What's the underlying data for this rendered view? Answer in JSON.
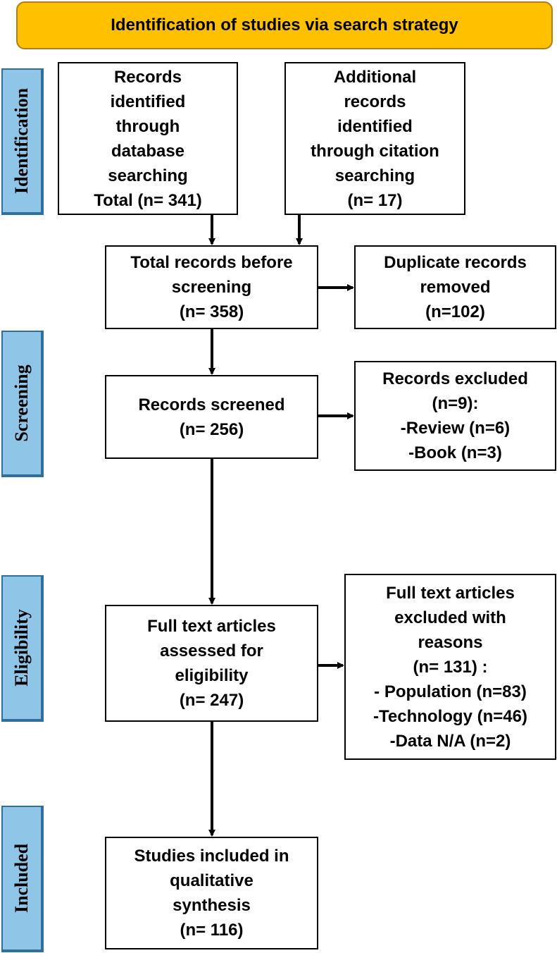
{
  "header": {
    "title": "Identification of studies via search strategy"
  },
  "stages": {
    "identification": "Identification",
    "screening": "Screening",
    "eligibility": "Eligibility",
    "included": "Included"
  },
  "boxes": {
    "database_records": [
      "Records",
      "identified",
      "through",
      "database",
      "searching",
      "Total (n= 341)"
    ],
    "citation_records": [
      "Additional",
      "records",
      "identified",
      "through citation",
      "searching",
      "(n= 17)"
    ],
    "total_before_screening": [
      "Total records before",
      "screening",
      "(n= 358)"
    ],
    "duplicates_removed": [
      "Duplicate records",
      "removed",
      "(n=102)"
    ],
    "records_screened": [
      "Records screened",
      "(n= 256)"
    ],
    "records_excluded": [
      "Records excluded",
      "(n=9):",
      "-Review (n=6)",
      "-Book (n=3)"
    ],
    "full_text_assessed": [
      "Full text articles",
      "assessed for",
      "eligibility",
      "(n= 247)"
    ],
    "full_text_excluded": [
      "Full text articles",
      "excluded with",
      "reasons",
      "(n= 131) :",
      "- Population (n=83)",
      "-Technology (n=46)",
      "-Data N/A (n=2)"
    ],
    "studies_included": [
      "Studies included in",
      "qualitative",
      "synthesis",
      "(n= 116)"
    ]
  },
  "colors": {
    "header_fill": "#ffc000",
    "stage_fill": "#8fc6e8",
    "stage_border": "#2f6f99",
    "box_border": "#000000"
  }
}
